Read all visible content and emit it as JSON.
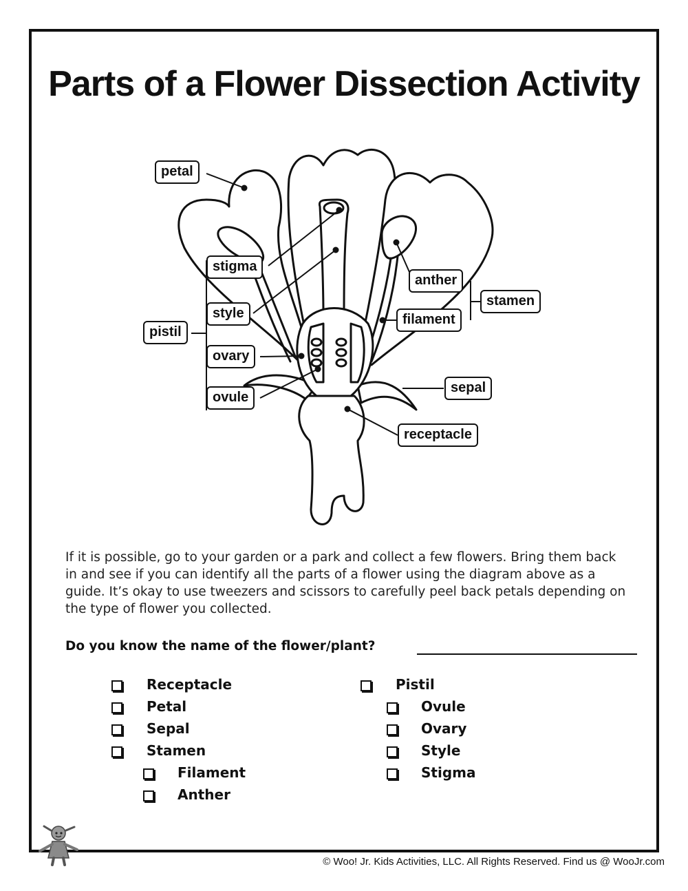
{
  "title": "Parts of a Flower Dissection Activity",
  "diagram": {
    "labels": {
      "petal": "petal",
      "stigma": "stigma",
      "style": "style",
      "pistil": "pistil",
      "ovary": "ovary",
      "ovule": "ovule",
      "anther": "anther",
      "stamen": "stamen",
      "filament": "filament",
      "sepal": "sepal",
      "receptacle": "receptacle"
    }
  },
  "instructions": "If it is possible, go to your garden or a park and collect a few flowers. Bring them back in and see if you can identify all the parts of a flower using the diagram above as a guide. It’s okay to use tweezers and scissors to carefully peel back petals depending on the type of flower you collected.",
  "question": "Do you know the name of the flower/plant?",
  "checklist": {
    "left": [
      "Receptacle",
      "Petal",
      "Sepal",
      "Stamen"
    ],
    "left_sub": [
      "Filament",
      "Anther"
    ],
    "right": [
      "Pistil"
    ],
    "right_sub": [
      "Ovule",
      "Ovary",
      "Style",
      "Stigma"
    ]
  },
  "footer": "© Woo! Jr. Kids Activities, LLC. All Rights Reserved. Find us @ WooJr.com"
}
